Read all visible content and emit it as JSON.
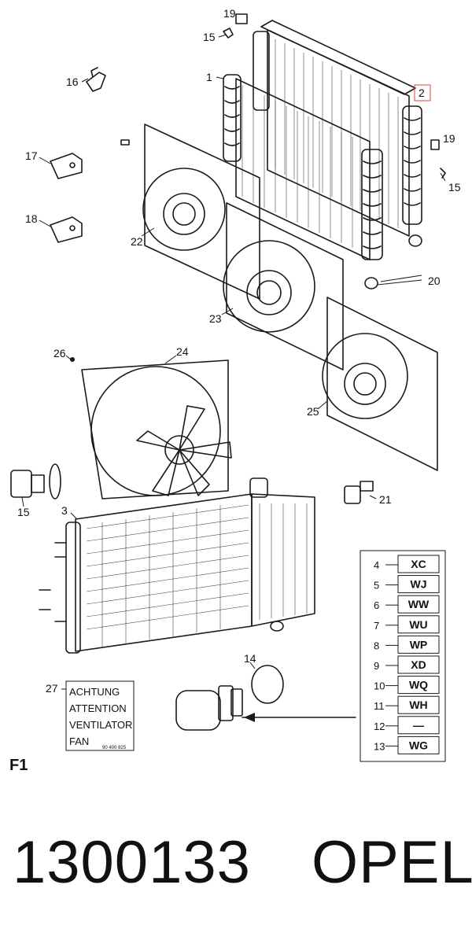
{
  "figure_label": "F1",
  "footer": {
    "part_number": "1300133",
    "brand": "OPEL"
  },
  "callouts": {
    "c19a": "19",
    "c15a": "15",
    "c1": "1",
    "c2": "2",
    "c16": "16",
    "c19b": "19",
    "c15b": "15",
    "c17": "17",
    "c18": "18",
    "c22": "22",
    "c20": "20",
    "c23": "23",
    "c26": "26",
    "c24": "24",
    "c25": "25",
    "c15c": "15",
    "c3": "3",
    "c21": "21",
    "c14": "14",
    "c27": "27"
  },
  "warning_sign": {
    "lines": [
      "ACHTUNG",
      "ATTENTION",
      "VENTILATOR",
      "FAN"
    ],
    "code": "90 400 825"
  },
  "code_table": {
    "rows": [
      {
        "num": "4",
        "code": "XC"
      },
      {
        "num": "5",
        "code": "WJ"
      },
      {
        "num": "6",
        "code": "WW"
      },
      {
        "num": "7",
        "code": "WU"
      },
      {
        "num": "8",
        "code": "WP"
      },
      {
        "num": "9",
        "code": "XD"
      },
      {
        "num": "10",
        "code": "WQ"
      },
      {
        "num": "11",
        "code": "WH"
      },
      {
        "num": "12",
        "code": "—"
      },
      {
        "num": "13",
        "code": "WG"
      }
    ]
  },
  "colors": {
    "ink": "#1a1a1a",
    "highlight_box": "#d24a4a",
    "background": "#ffffff"
  },
  "icons": {
    "radiator": "radiator-drawing",
    "fan_shroud": "fan-shroud-drawing",
    "fan": "fan-blade-drawing",
    "switch": "thermo-switch-drawing",
    "bolt": "bolt-drawing",
    "bracket": "bracket-drawing"
  }
}
